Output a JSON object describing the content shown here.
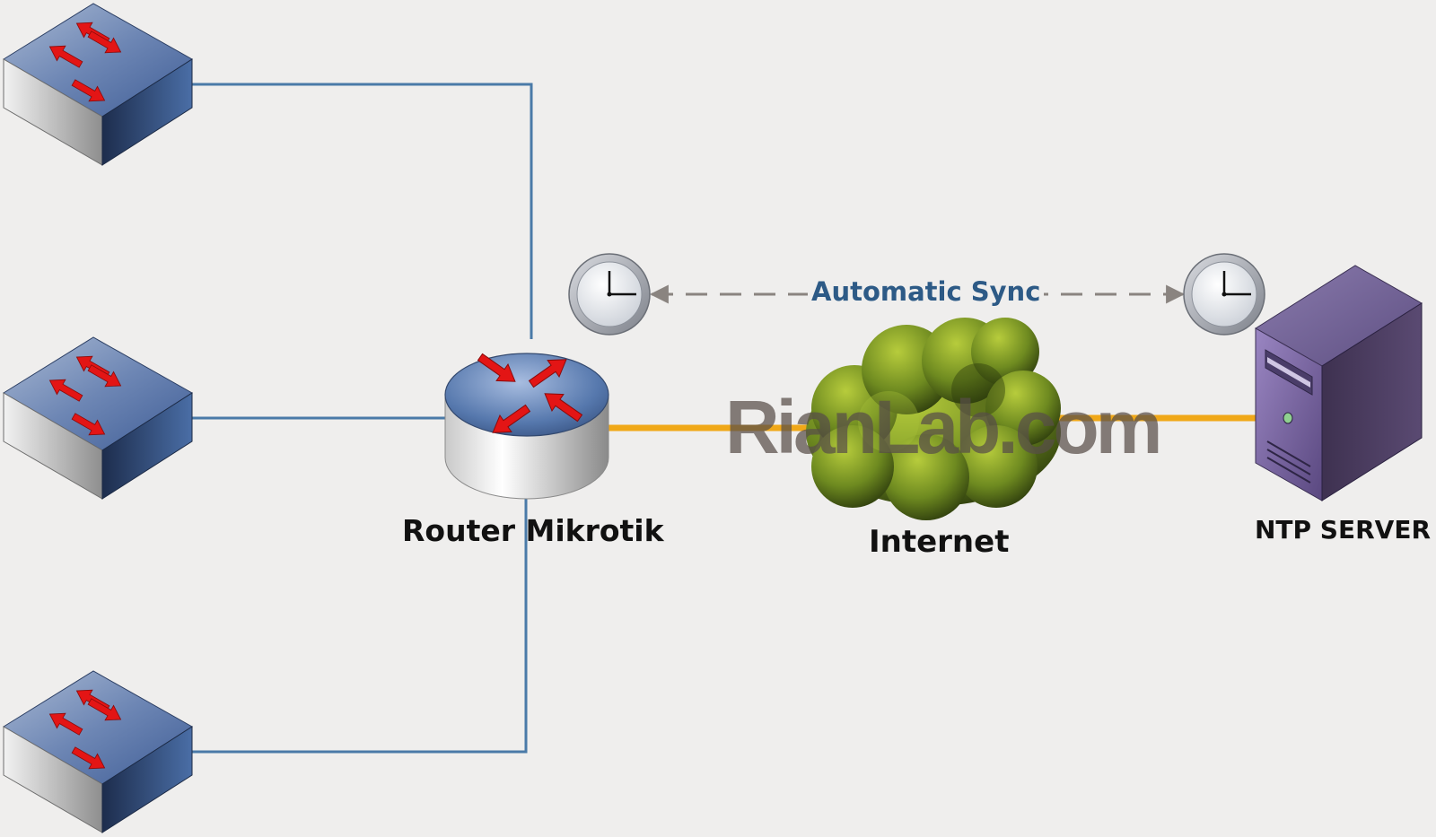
{
  "diagram": {
    "labels": {
      "router": "Router Mikrotik",
      "internet": "Internet",
      "ntp_server": "NTP SERVER",
      "sync": "Automatic Sync"
    },
    "watermark": "RianLab.com",
    "nodes": [
      {
        "id": "switch-1",
        "kind": "switch-icon"
      },
      {
        "id": "switch-2",
        "kind": "switch-icon"
      },
      {
        "id": "switch-3",
        "kind": "switch-icon"
      },
      {
        "id": "router",
        "kind": "router-icon"
      },
      {
        "id": "internet",
        "kind": "cloud-icon"
      },
      {
        "id": "ntp-server",
        "kind": "server-icon"
      },
      {
        "id": "router-clock",
        "kind": "clock-icon"
      },
      {
        "id": "server-clock",
        "kind": "clock-icon"
      }
    ],
    "links": [
      {
        "from": "switch-1",
        "to": "router",
        "style": "lan"
      },
      {
        "from": "switch-2",
        "to": "router",
        "style": "lan"
      },
      {
        "from": "switch-3",
        "to": "router",
        "style": "lan"
      },
      {
        "from": "router",
        "to": "internet",
        "style": "wan"
      },
      {
        "from": "internet",
        "to": "ntp-server",
        "style": "wan"
      },
      {
        "from": "router-clock",
        "to": "server-clock",
        "style": "sync",
        "bidirectional": true
      }
    ],
    "colors": {
      "background": "#efeeed",
      "lan_link": "#4a7aa8",
      "wan_link": "#f0a818",
      "sync_arrow": "#8a8480",
      "sync_text": "#2d5a86",
      "arrow_red": "#e31515",
      "server_purple": "#6b5a8e",
      "cloud_green": "#6e8a20"
    }
  }
}
